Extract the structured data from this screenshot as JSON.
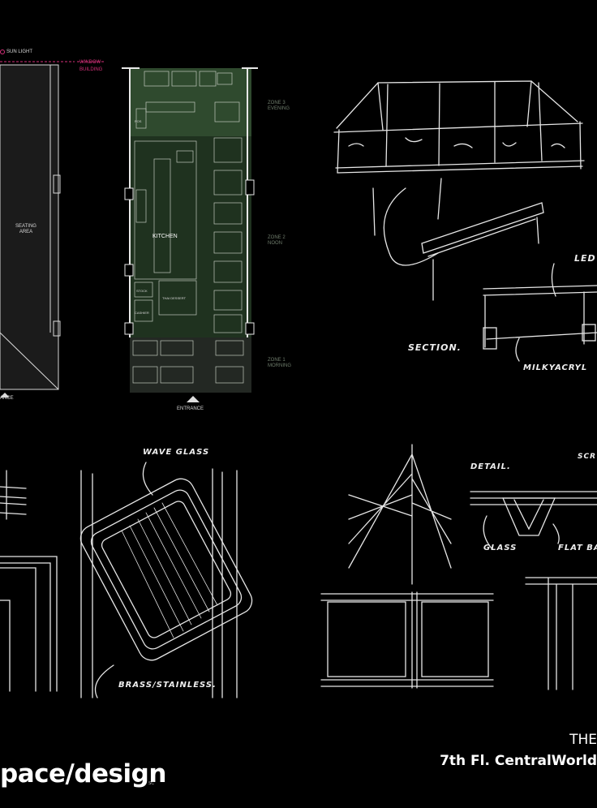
{
  "plan": {
    "sun_light": "SUN LIGHT",
    "window": "WINDOW",
    "building": "BUILDING",
    "seating_area": "SEATING\nAREA",
    "kitchen": "KITCHEN",
    "zone3": "ZONE 3\nEVENING",
    "zone2": "ZONE 2\nNOON",
    "zone1": "ZONE 1\nMORNING",
    "entrance": "ENTRANCE",
    "entrance_left": "ANCE",
    "pos": "POS",
    "stock": "STOCK",
    "cashier": "CASHIER",
    "thai_dessert": "THAI DESSERT",
    "colors": {
      "zone3": "#2f4a2e",
      "zone2": "#1f321f",
      "zone1": "#232823",
      "wall": "#e8e8e8",
      "accent": "#d6307a"
    }
  },
  "sketch_labels": {
    "led": "LED",
    "section": "SECTION.",
    "milky_acrylic": "MILKYACRYL",
    "wave_glass": "WAVE GLASS",
    "brass_stainless": "BRASS/STAINLESS.",
    "detail": "DETAIL.",
    "scr": "SCR",
    "glass": "GLASS",
    "flat_bar": "FLAT BA"
  },
  "footer": {
    "brand": "pace/design",
    "brand_sub": "SC",
    "title": "THE",
    "location": "7th Fl. CentralWorld"
  }
}
